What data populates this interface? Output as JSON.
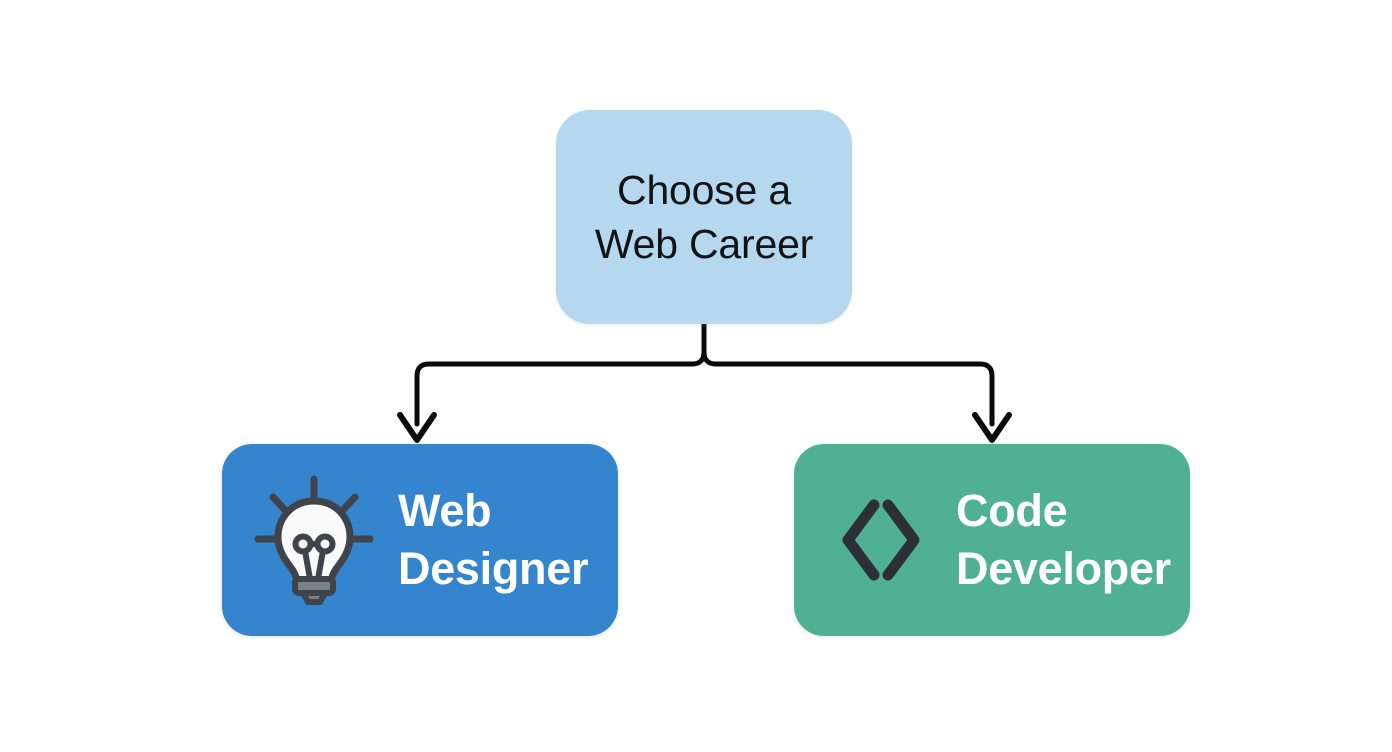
{
  "diagram": {
    "type": "flowchart-tree",
    "background_color": "#ffffff",
    "connector_color": "#0b0b0b",
    "root": {
      "label": "Choose a\nWeb Career",
      "line1": "Choose a",
      "line2": "Web Career",
      "fill_color": "#b5d8ef",
      "text_color": "#111317",
      "shape": "rounded-rectangle"
    },
    "branches": [
      {
        "id": "web-designer",
        "label": "Web\nDesigner",
        "line1": "Web",
        "line2": "Designer",
        "fill_color": "#3584ce",
        "text_color": "#ffffff",
        "icon": "lightbulb-icon",
        "icon_colors": {
          "outline": "#3f444c",
          "glass": "#fafafa",
          "base": "#7c8189",
          "rays": "#565b63"
        },
        "shape": "rounded-rectangle"
      },
      {
        "id": "code-developer",
        "label": "Code\nDeveloper",
        "line1": "Code",
        "line2": "Developer",
        "fill_color": "#4fb094",
        "text_color": "#ffffff",
        "icon": "code-brackets-icon",
        "icon_colors": {
          "stroke": "#2c3034"
        },
        "shape": "rounded-rectangle"
      }
    ],
    "edges": [
      {
        "from": "root",
        "to": "web-designer",
        "style": "orthogonal-elbow",
        "arrowhead": "open-v"
      },
      {
        "from": "root",
        "to": "code-developer",
        "style": "orthogonal-elbow",
        "arrowhead": "open-v"
      }
    ]
  }
}
